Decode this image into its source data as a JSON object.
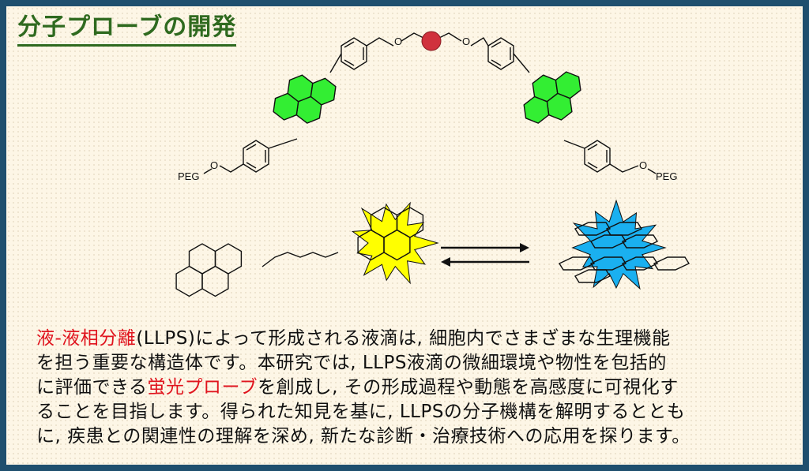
{
  "title": "分子プローブの開発",
  "structure": {
    "peg_left": "PEG",
    "o_left": "O",
    "o_top_left": "O",
    "o_top_right": "O",
    "o_right": "O",
    "peg_right": "PEG"
  },
  "colors": {
    "pyrene": "#33ee33",
    "center_dot": "#d0313d",
    "monomer_glow": "#ffff00",
    "excimer_glow": "#1ab0f0"
  },
  "description": {
    "lines": [
      [
        {
          "t": "液-液相分離",
          "red": true
        },
        {
          "t": "(LLPS)によって形成される液滴は, 細胞内でさまざまな生理機能"
        }
      ],
      [
        {
          "t": "を担う重要な構造体です。本研究では, LLPS液滴の微細環境や物性を包括的"
        }
      ],
      [
        {
          "t": "に評価できる"
        },
        {
          "t": "蛍光プローブ",
          "red": true
        },
        {
          "t": "を創成し, その形成過程や動態を高感度に可視化す"
        }
      ],
      [
        {
          "t": "ることを目指します。得られた知見を基に, LLPSの分子機構を解明するととも"
        }
      ],
      [
        {
          "t": "に, 疾患との関連性の理解を深め, 新たな診断・治療技術への応用を探ります。"
        }
      ]
    ]
  }
}
